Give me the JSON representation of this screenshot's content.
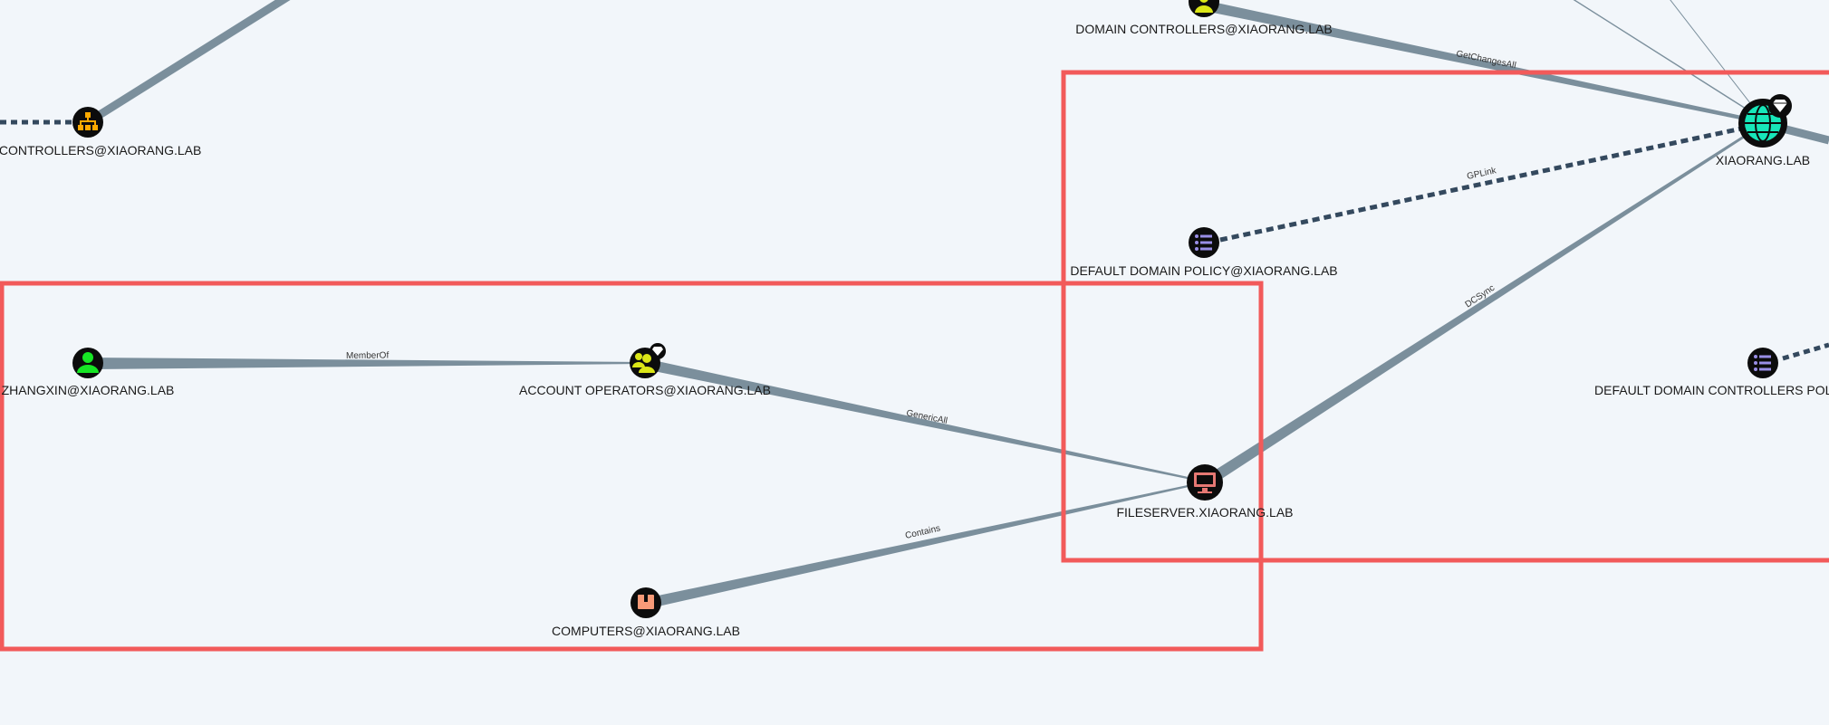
{
  "colors": {
    "background": "#f2f6fa",
    "edge": "#7b8f9c",
    "edge_dark": "#34495e",
    "highlight_box": "#f25a5a",
    "node_bg": "#0c0c0c",
    "user_icon": "#17e625",
    "group_icon": "#dbe617",
    "domain_icon": "#17e6b9",
    "computer_icon": "#e67873",
    "gpo_icon": "#998ee6",
    "ou_icon": "#ffaa00",
    "container_icon": "#f79a78"
  },
  "nodes": [
    {
      "id": "dc_group_top",
      "label": "DOMAIN CONTROLLERS@XIAORANG.LAB",
      "icon": "group-icon"
    },
    {
      "id": "dc_ou_left",
      "label": "AIN CONTROLLERS@XIAORANG.LAB",
      "icon": "ou-icon"
    },
    {
      "id": "domain",
      "label": "XIAORANG.LAB",
      "icon": "globe-icon",
      "badge": "diamond-icon"
    },
    {
      "id": "gpo_default",
      "label": "DEFAULT DOMAIN POLICY@XIAORANG.LAB",
      "icon": "list-icon"
    },
    {
      "id": "user_zhangxin",
      "label": "ZHANGXIN@XIAORANG.LAB",
      "icon": "user-icon"
    },
    {
      "id": "account_operators",
      "label": "ACCOUNT OPERATORS@XIAORANG.LAB",
      "icon": "group-icon",
      "badge": "diamond-icon"
    },
    {
      "id": "gpo_dc",
      "label": "DEFAULT DOMAIN CONTROLLERS POLICY",
      "icon": "list-icon"
    },
    {
      "id": "fileserver",
      "label": "FILESERVER.XIAORANG.LAB",
      "icon": "computer-icon"
    },
    {
      "id": "computers_container",
      "label": "COMPUTERS@XIAORANG.LAB",
      "icon": "box-icon"
    }
  ],
  "edges": [
    {
      "id": "getchangesall",
      "label": "GetChangesAll"
    },
    {
      "id": "gplink",
      "label": "GPLink"
    },
    {
      "id": "dcsync",
      "label": "DCSync"
    },
    {
      "id": "memberof",
      "label": "MemberOf"
    },
    {
      "id": "genericall",
      "label": "GenericAll"
    },
    {
      "id": "contains",
      "label": "Contains"
    }
  ]
}
